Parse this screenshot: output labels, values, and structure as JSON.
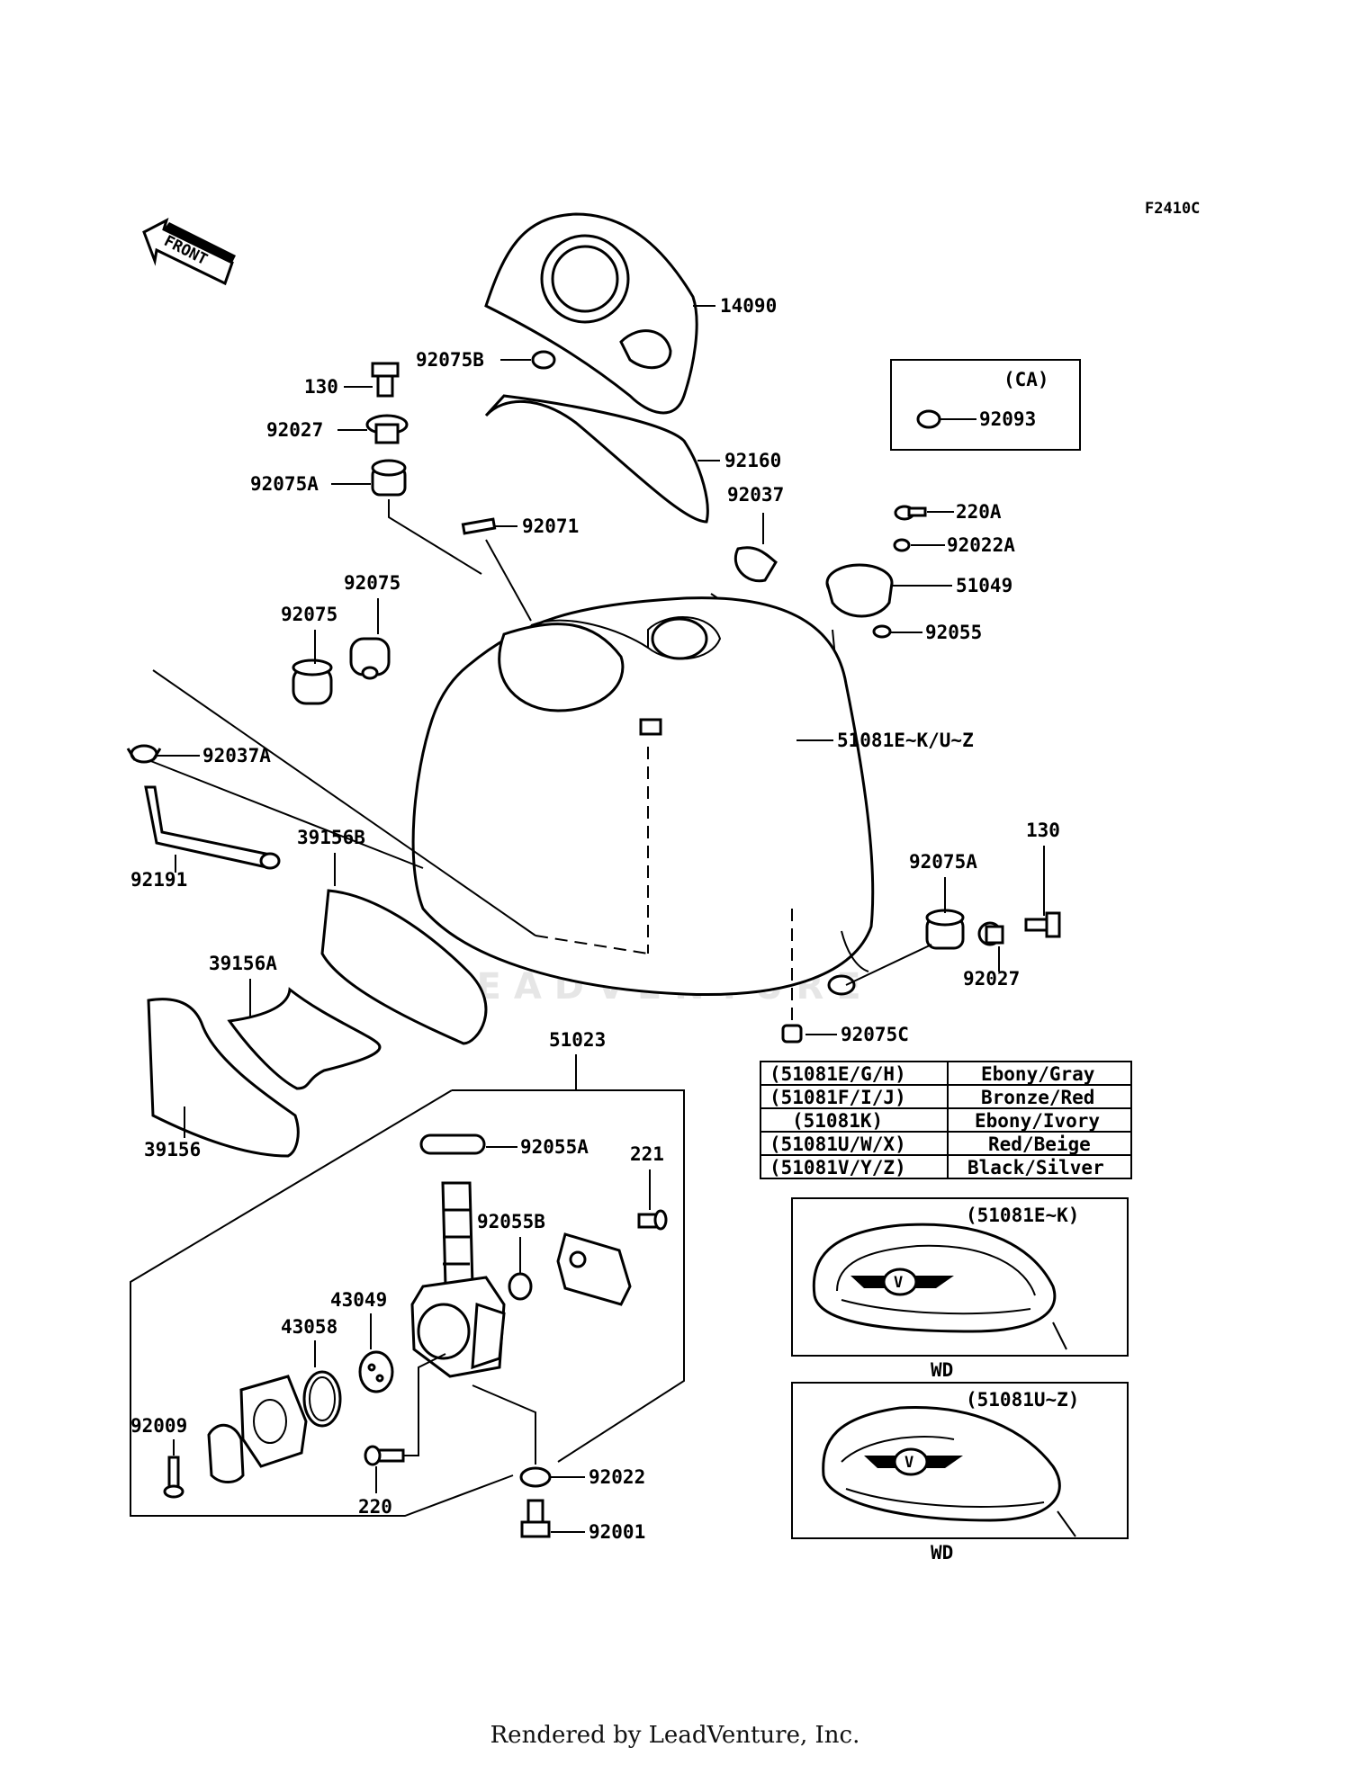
{
  "diagram_code": "F2410C",
  "front_label": "FRONT",
  "watermark": "LEADVENTURE",
  "footer": "Rendered by LeadVenture, Inc.",
  "ca_box": {
    "title": "(CA)",
    "part": "92093"
  },
  "parts": {
    "p14090": "14090",
    "p92075B": "92075B",
    "p130a": "130",
    "p92027a": "92027",
    "p92075Aa": "92075A",
    "p92160": "92160",
    "p92071": "92071",
    "p92037": "92037",
    "p220A": "220A",
    "p92022A": "92022A",
    "p51049": "51049",
    "p92055": "92055",
    "p92075a": "92075",
    "p92075b": "92075",
    "p92037A": "92037A",
    "p51081": "51081E~K/U~Z",
    "p92191": "92191",
    "p39156B": "39156B",
    "p130b": "130",
    "p92075Ab": "92075A",
    "p92027b": "92027",
    "p39156A": "39156A",
    "p92075C": "92075C",
    "p51023": "51023",
    "p39156": "39156",
    "p92055A": "92055A",
    "p221": "221",
    "p92055B": "92055B",
    "p43049": "43049",
    "p43058": "43058",
    "p92009": "92009",
    "p220": "220",
    "p92022": "92022",
    "p92001": "92001"
  },
  "color_table": [
    {
      "code": "(51081E/G/H)",
      "color": "Ebony/Gray"
    },
    {
      "code": "(51081F/I/J)",
      "color": "Bronze/Red"
    },
    {
      "code": "(51081K)",
      "color": "Ebony/Ivory"
    },
    {
      "code": "(51081U/W/X)",
      "color": "Red/Beige"
    },
    {
      "code": "(51081V/Y/Z)",
      "color": "Black/Silver"
    }
  ],
  "insets": [
    {
      "label": "(51081E~K)",
      "caption": "WD"
    },
    {
      "label": "(51081U~Z)",
      "caption": "WD"
    }
  ]
}
